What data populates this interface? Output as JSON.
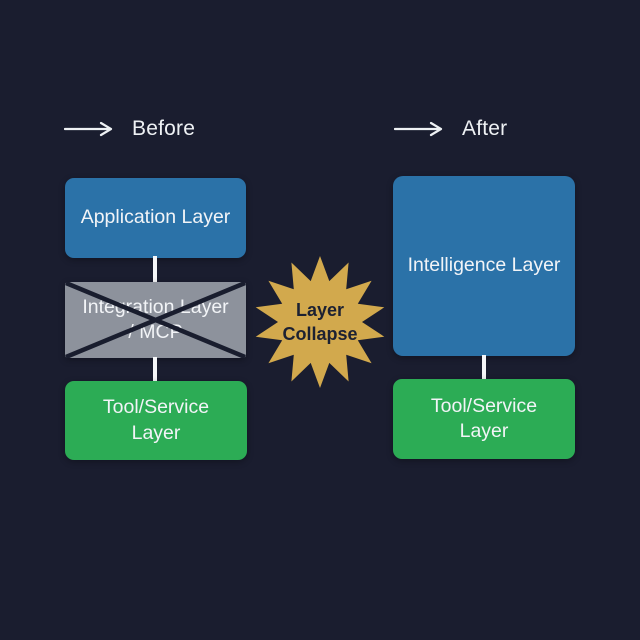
{
  "canvas": {
    "background": "#1a1d2f"
  },
  "sections": {
    "before": {
      "label": "Before",
      "arrow_icon": "right-arrow",
      "layers": [
        {
          "id": "application",
          "label": "Application Layer",
          "color": "#2b72a8",
          "crossed_out": false
        },
        {
          "id": "integration",
          "label": "Integration Layer / MCP",
          "color": "#8d929c",
          "crossed_out": true
        },
        {
          "id": "tool-service",
          "label": "Tool/Service Layer",
          "color": "#2cac55",
          "crossed_out": false
        }
      ]
    },
    "after": {
      "label": "After",
      "arrow_icon": "right-arrow",
      "layers": [
        {
          "id": "intelligence",
          "label": "Intelligence Layer",
          "color": "#2b72a8",
          "crossed_out": false
        },
        {
          "id": "tool-service",
          "label": "Tool/Service Layer",
          "color": "#2cac55",
          "crossed_out": false
        }
      ]
    }
  },
  "burst": {
    "label_line1": "Layer",
    "label_line2": "Collapse",
    "fill_color": "#d2a94d",
    "text_color": "#1c2132",
    "points": 14
  },
  "colors": {
    "background": "#1a1d2f",
    "connector": "#f5f6f8",
    "cross_out_line": "#191d2e",
    "section_label_text": "#eef1f4",
    "box_label_text": "#f2f4f7"
  }
}
